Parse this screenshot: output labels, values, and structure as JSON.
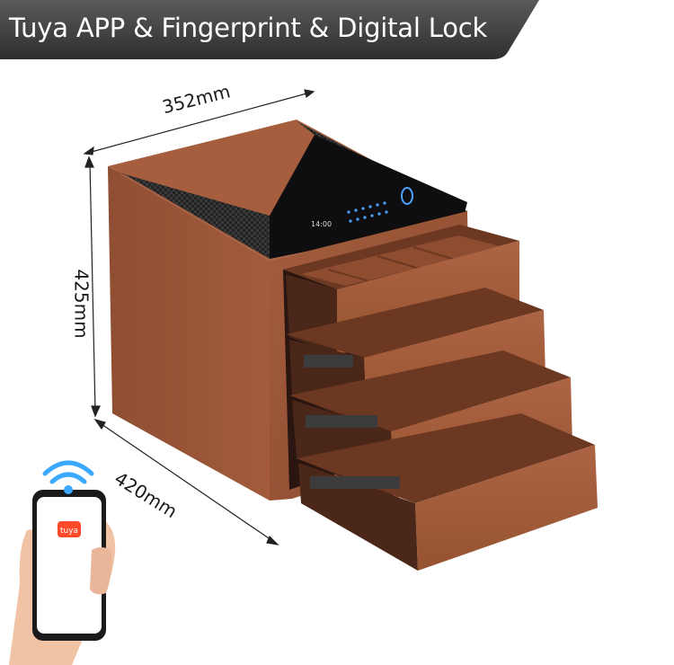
{
  "banner": {
    "title": "Tuya APP & Fingerprint & Digital Lock"
  },
  "dimensions": {
    "width": "352mm",
    "height": "425mm",
    "depth": "420mm"
  },
  "keypad": {
    "time": "14:00"
  },
  "phone": {
    "app_logo": "tuya",
    "wifi": "wifi-icon"
  },
  "colors": {
    "leather": "#9c5538",
    "leather_dark": "#6e3a24",
    "banner": "#3a3a3a",
    "carbon": "#262626"
  }
}
